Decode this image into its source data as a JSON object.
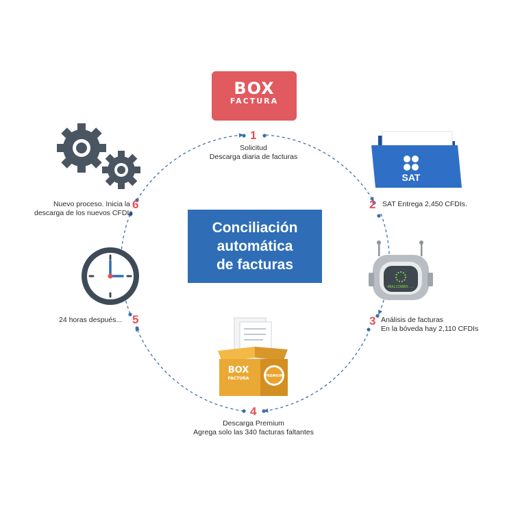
{
  "center": {
    "line1": "Conciliación",
    "line2": "automática",
    "line3": "de facturas"
  },
  "logo": {
    "top": "BOX",
    "bottom": "FACTURA"
  },
  "sat": {
    "label": "SAT"
  },
  "analyzer": {
    "text": "ANALIZANDO..."
  },
  "premium_box": {
    "logo_top": "BOX",
    "logo_bottom": "FACTURA",
    "badge": "PREMIUM"
  },
  "steps": [
    {
      "number": "1",
      "line1": "Solicitud",
      "line2": "Descarga diaria de facturas"
    },
    {
      "number": "2",
      "line1": "SAT Entrega 2,450 CFDIs.",
      "line2": ""
    },
    {
      "number": "3",
      "line1": "Análisis de facturas",
      "line2": "En la bóveda hay 2,110 CFDIs"
    },
    {
      "number": "4",
      "line1": "Descarga Premium",
      "line2": "Agrega solo las 340 facturas faltantes"
    },
    {
      "number": "5",
      "line1": "24 horas después...",
      "line2": ""
    },
    {
      "number": "6",
      "line1": "Nuevo proceso. Inicia la",
      "line2": "descarga de los nuevos CFDIs"
    }
  ],
  "colors": {
    "accent_red": "#e0505a",
    "blue": "#2f6eb7",
    "dash": "#3b6fae",
    "gear": "#4a5562",
    "box": "#e8a630"
  }
}
